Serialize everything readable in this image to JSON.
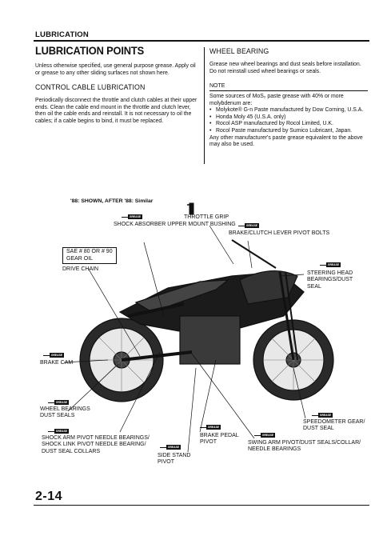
{
  "header": {
    "section": "LUBRICATION"
  },
  "title": "LUBRICATION POINTS",
  "intro": "Unless otherwise specified, use general purpose grease. Apply oil or grease to any other sliding surfaces not shown here.",
  "control_cable": {
    "heading": "CONTROL CABLE LUBRICATION",
    "body": "Periodically disconnect the throttle and clutch cables at their upper ends. Clean the cable end mount in the throttle and clutch lever, then oil the cable ends and reinstall. It is not necessary to oil the cables; if a cable begins to bind, it must be replaced."
  },
  "wheel_bearing": {
    "heading": "WHEEL BEARING",
    "body": "Grease new wheel bearings and dust seals before installation. Do not reinstall used wheel bearings or seals."
  },
  "note": {
    "label": "NOTE",
    "intro": "Some sources of MoS₂ paste grease with 40% or more molybdenum are:",
    "items": [
      "Molykote® G-n Paste manufactured by Dow Corning, U.S.A.",
      "Honda Moly 45 (U.S.A. only)",
      "Rocol ASP manufactured by Rocol Limited, U.K.",
      "Rocol Paste manufactured by Sumico Lubricant, Japan."
    ],
    "outro": "Any other manufacturer's paste grease equivalent to the above may also be used."
  },
  "diagram": {
    "model_note": "'88: SHOWN, AFTER '88: Similar",
    "grease_badge": "GREASE",
    "gear_oil": "SAE # 80 OR # 90\nGEAR OIL",
    "labels": {
      "shock_absorber": "SHOCK ABSORBER\nUPPER MOUNT BUSHING",
      "throttle_grip": "THROTTLE GRIP",
      "brake_clutch": "BRAKE/CLUTCH LEVER PIVOT BOLTS",
      "drive_chain": "DRIVE CHAIN",
      "steering_head": "STEERING HEAD\nBEARINGS/DUST\nSEAL",
      "brake_cam": "BRAKE CAM",
      "wheel_bearings": "WHEEL BEARINGS\nDUST SEALS",
      "speedometer": "SPEEDOMETER GEAR/\nDUST SEAL",
      "shock_arm": "SHOCK ARM PIVOT NEEDLE BEARINGS/\nSHOCK LINK PIVOT NEEDLE BEARING/\nDUST SEAL COLLARS",
      "brake_pedal": "BRAKE PEDAL\nPIVOT",
      "side_stand": "SIDE STAND\nPIVOT",
      "swing_arm": "SWING ARM PIVOT/DUST SEALS/COLLAR/\nNEEDLE BEARINGS"
    }
  },
  "footer": {
    "page": "2-14"
  }
}
